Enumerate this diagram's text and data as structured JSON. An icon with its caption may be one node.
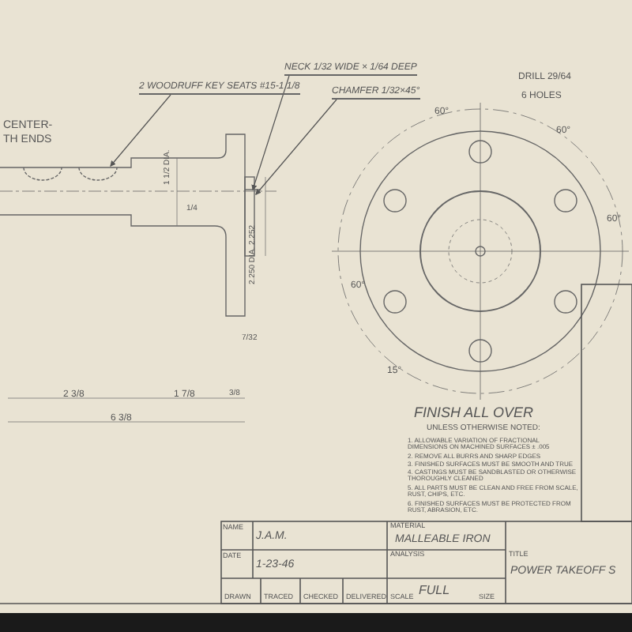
{
  "diagram": {
    "nodes": [
      {
        "text": [
          "2 WOODRUFF KEY SEATS #15-1 1/8"
        ]
      },
      {
        "text": [
          "NECK 1/32 WIDE × 1/64 DEEP"
        ]
      },
      {
        "text": [
          "CHAMFER 1/32×45°"
        ]
      }
    ],
    "edges": [
      {
        "from": 0,
        "to": null,
        "arrow": "to"
      },
      {
        "from": 1,
        "to": null,
        "arrow": "to"
      },
      {
        "from": 2,
        "to": null,
        "arrow": "to"
      }
    ],
    "labels": [
      "CENTER-",
      "TH ENDS",
      "DRILL 29/64",
      "6 HOLES",
      "1/4",
      "1 1/2 DIA.",
      "2.250 DIA. 2.252",
      "7/32",
      "2 3/8",
      "1 7/8",
      "3/8",
      "6 3/8",
      "60°",
      "60°",
      "60°",
      "60°",
      "15°",
      "FINISH ALL OVER",
      "UNLESS OTHERWISE NOTED:",
      "1. ALLOWABLE VARIATION OF FRACTIONAL DIMENSIONS ON MACHINED SURFACES ± .005",
      "2. REMOVE ALL BURRS AND SHARP EDGES",
      "3. FINISHED SURFACES MUST BE SMOOTH AND TRUE",
      "4. CASTINGS MUST BE SANDBLASTED OR OTHERWISE THOROUGHLY CLEANED",
      "5. ALL PARTS MUST BE CLEAN AND FREE FROM SCALE, RUST, CHIPS, ETC.",
      "6. FINISHED SURFACES MUST BE PROTECTED FROM RUST, ABRASION, ETC.",
      "NAME",
      "J.A.M.",
      "DATE",
      "1-23-46",
      "DRAWN",
      "TRACED",
      "CHECKED",
      "DELIVERED",
      "SCALE",
      "FULL",
      "SIZE",
      "MATERIAL",
      "MALLEABLE IRON",
      "ANALYSIS",
      "TITLE",
      "POWER TAKEOFF S"
    ]
  }
}
